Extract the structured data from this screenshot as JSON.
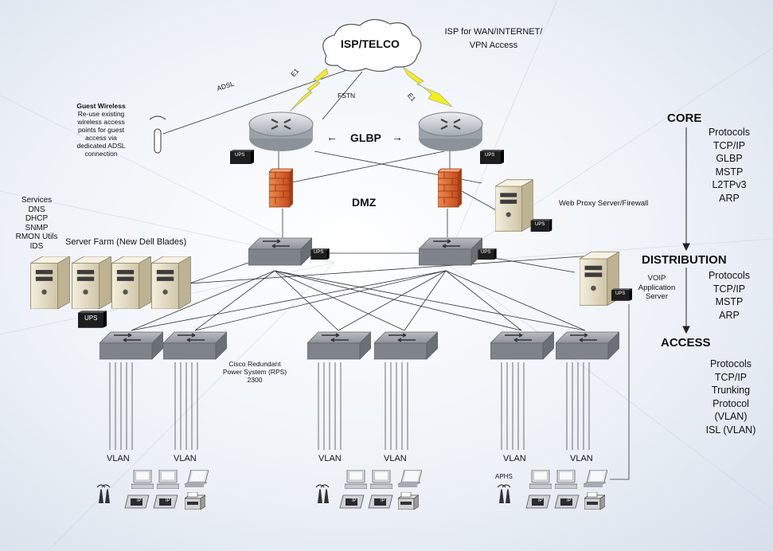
{
  "cloud_label": "ISP/TELCO",
  "isp_caption": [
    "ISP for WAN/INTERNET/",
    "VPN Access"
  ],
  "link_labels": {
    "adsl": "ADSL",
    "e1_left": "E1",
    "e1_right": "E1",
    "pstn": "FSTN"
  },
  "glbp_label": "GLBP",
  "arrow_left": "←",
  "arrow_right": "→",
  "dmz_label": "DMZ",
  "guest_wireless": {
    "title": "Guest Wireless",
    "lines": [
      "Re-use existing",
      "wireless access",
      "points for guest",
      "access via",
      "dedicated ADSL",
      "connection"
    ]
  },
  "services": [
    "Services",
    "DNS",
    "DHCP",
    "SNMP",
    "RMON Utils",
    "IDS"
  ],
  "server_farm_label": "Server Farm (New Dell Blades)",
  "web_proxy_label": "Web Proxy Server/Firewall",
  "voip_label": [
    "VOIP",
    "Application",
    "Server"
  ],
  "rps_label": [
    "Cisco Redundant",
    "Power System (RPS)",
    "2300"
  ],
  "ups_label": "UPS",
  "ip_label": "IP",
  "vlan_labels": [
    "VLAN",
    "VLAN",
    "VLAN",
    "VLAN",
    "VLAN",
    "VLAN"
  ],
  "aphs_label": "APHS",
  "layers": {
    "core": {
      "title": "CORE",
      "protocols": [
        "Protocols",
        "TCP/IP",
        "GLBP",
        "MSTP",
        "L2TPv3",
        "ARP"
      ]
    },
    "distribution": {
      "title": "DISTRIBUTION",
      "protocols": [
        "Protocols",
        "TCP/IP",
        "MSTP",
        "ARP"
      ]
    },
    "access": {
      "title": "ACCESS",
      "protocols": [
        "Protocols",
        "TCP/IP",
        "Trunking",
        "Protocol",
        "(VLAN)",
        "ISL (VLAN)"
      ]
    }
  },
  "colors": {
    "router": "#b9bec6",
    "switch": "#8a8f96",
    "firewall": "#e06a35",
    "server": "#e9e1cb",
    "lightning": "#f4ee1c"
  }
}
